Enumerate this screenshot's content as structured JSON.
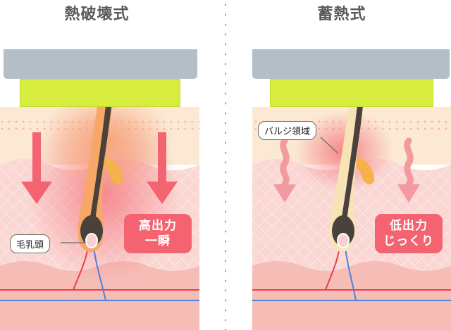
{
  "left_panel": {
    "title": "熱破壊式",
    "callout": "毛乳頭",
    "badge_line1": "高出力",
    "badge_line2": "一瞬"
  },
  "right_panel": {
    "title": "蓄熱式",
    "callout": "バルジ領域",
    "badge_line1": "低出力",
    "badge_line2": "じっくり"
  },
  "colors": {
    "device_base": "#b4bec6",
    "device_tip": "#d6ec3f",
    "skin": "#fad7d3",
    "heat": "#f36470",
    "hair": "#4a413d",
    "artery": "#e8424b",
    "vein": "#4a82e0"
  },
  "icons": [
    "arrow-down-icon",
    "wavy-arrow-down-icon"
  ]
}
